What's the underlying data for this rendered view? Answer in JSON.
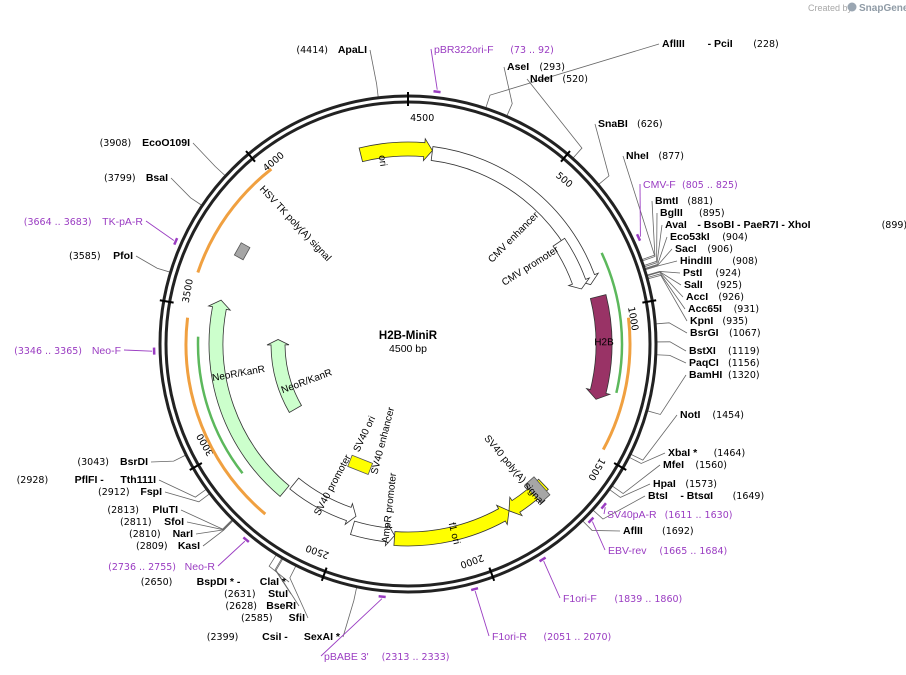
{
  "app": {
    "credit_prefix": "Created by",
    "credit_brand": "SnapGene"
  },
  "plasmid": {
    "name": "H2B-MiniR",
    "length_label": "4500 bp",
    "length": 4500
  },
  "colors": {
    "primer": "#9a3cc2",
    "promoter": "#ffffff",
    "ori": "#ffff00",
    "cds_resistance": "#ccffcc",
    "h2b": "#993366",
    "polyA": "#a6a6a6",
    "orf_orange": "#f0a040",
    "orf_green": "#5cb85c"
  },
  "ticks": [
    {
      "bp": 500,
      "label": "500"
    },
    {
      "bp": 1000,
      "label": "1000"
    },
    {
      "bp": 1500,
      "label": "1500"
    },
    {
      "bp": 2000,
      "label": "2000"
    },
    {
      "bp": 2500,
      "label": "2500"
    },
    {
      "bp": 3000,
      "label": "3000"
    },
    {
      "bp": 3500,
      "label": "3500"
    },
    {
      "bp": 4000,
      "label": "4000"
    },
    {
      "bp": 4500,
      "label": "4500"
    }
  ],
  "enzymes": [
    {
      "name": "ApaLI",
      "pos": "(4414)",
      "bp": 4414,
      "side": "left"
    },
    {
      "name": "AflIII",
      "extra": "- PciI",
      "pos": "(228)",
      "bp": 228,
      "side": "right"
    },
    {
      "name": "AseI",
      "pos": "(293)",
      "bp": 293,
      "side": "right"
    },
    {
      "name": "NdeI",
      "pos": "(520)",
      "bp": 520,
      "side": "right"
    },
    {
      "name": "SnaBI",
      "pos": "(626)",
      "bp": 626,
      "side": "right"
    },
    {
      "name": "NheI",
      "pos": "(877)",
      "bp": 877,
      "side": "right"
    },
    {
      "name": "BmtI",
      "pos": "(881)",
      "bp": 881,
      "side": "right"
    },
    {
      "name": "BglII",
      "pos": "(895)",
      "bp": 895,
      "side": "right"
    },
    {
      "name": "AvaI",
      "extra": "- BsoBI   - PaeR7I   - XhoI",
      "pos": "(899)",
      "bp": 899,
      "side": "right"
    },
    {
      "name": "Eco53kI",
      "pos": "(904)",
      "bp": 904,
      "side": "right"
    },
    {
      "name": "SacI",
      "pos": "(906)",
      "bp": 906,
      "side": "right"
    },
    {
      "name": "HindIII",
      "pos": "(908)",
      "bp": 908,
      "side": "right"
    },
    {
      "name": "PstI",
      "pos": "(924)",
      "bp": 924,
      "side": "right"
    },
    {
      "name": "SalI",
      "pos": "(925)",
      "bp": 925,
      "side": "right"
    },
    {
      "name": "AccI",
      "pos": "(926)",
      "bp": 926,
      "side": "right"
    },
    {
      "name": "Acc65I",
      "pos": "(931)",
      "bp": 931,
      "side": "right"
    },
    {
      "name": "KpnI",
      "pos": "(935)",
      "bp": 935,
      "side": "right"
    },
    {
      "name": "BsrGI",
      "pos": "(1067)",
      "bp": 1067,
      "side": "right"
    },
    {
      "name": "BstXI",
      "pos": "(1119)",
      "bp": 1119,
      "side": "right"
    },
    {
      "name": "PaqCI",
      "pos": "(1156)",
      "bp": 1156,
      "side": "right"
    },
    {
      "name": "BamHI",
      "pos": "(1320)",
      "bp": 1320,
      "side": "right"
    },
    {
      "name": "NotI",
      "pos": "(1454)",
      "bp": 1454,
      "side": "right"
    },
    {
      "name": "XbaI *",
      "pos": "(1464)",
      "bp": 1464,
      "side": "right"
    },
    {
      "name": "MfeI",
      "pos": "(1560)",
      "bp": 1560,
      "side": "right"
    },
    {
      "name": "HpaI",
      "pos": "(1573)",
      "bp": 1573,
      "side": "right"
    },
    {
      "name": "BtsI",
      "extra": "- BtsαI",
      "pos": "(1649)",
      "bp": 1649,
      "side": "right"
    },
    {
      "name": "AflII",
      "pos": "(1692)",
      "bp": 1692,
      "side": "right"
    },
    {
      "name": "SexAI *",
      "prefix": "CsiI  -",
      "pos": "(2399)",
      "bp": 2399,
      "side": "left"
    },
    {
      "name": "SfiI",
      "pos": "(2585)",
      "bp": 2585,
      "side": "left"
    },
    {
      "name": "BseRI",
      "pos": "(2628)",
      "bp": 2628,
      "side": "left"
    },
    {
      "name": "StuI",
      "pos": "(2631)",
      "bp": 2631,
      "side": "left"
    },
    {
      "name": "ClaI *",
      "prefix": "BspDI *  -",
      "pos": "(2650)",
      "bp": 2650,
      "side": "left"
    },
    {
      "name": "KasI",
      "pos": "(2809)",
      "bp": 2809,
      "side": "left"
    },
    {
      "name": "NarI",
      "pos": "(2810)",
      "bp": 2810,
      "side": "left"
    },
    {
      "name": "SfoI",
      "pos": "(2811)",
      "bp": 2811,
      "side": "left"
    },
    {
      "name": "PluTI",
      "pos": "(2813)",
      "bp": 2813,
      "side": "left"
    },
    {
      "name": "FspI",
      "pos": "(2912)",
      "bp": 2912,
      "side": "left"
    },
    {
      "name": "Tth111I",
      "prefix": "PflFI  -",
      "pos": "(2928)",
      "bp": 2928,
      "side": "left"
    },
    {
      "name": "BsrDI",
      "pos": "(3043)",
      "bp": 3043,
      "side": "left"
    },
    {
      "name": "PfoI",
      "pos": "(3585)",
      "bp": 3585,
      "side": "left"
    },
    {
      "name": "BsaI",
      "pos": "(3799)",
      "bp": 3799,
      "side": "left"
    },
    {
      "name": "EcoO109I",
      "pos": "(3908)",
      "bp": 3908,
      "side": "left"
    }
  ],
  "primers": [
    {
      "name": "pBR322ori-F",
      "pos": "(73 .. 92)",
      "bp": 82
    },
    {
      "name": "CMV-F",
      "pos": "(805 .. 825)",
      "bp": 815
    },
    {
      "name": "SV40pA-R",
      "pos": "(1611 .. 1630)",
      "bp": 1620
    },
    {
      "name": "EBV-rev",
      "pos": "(1665 .. 1684)",
      "bp": 1674
    },
    {
      "name": "F1ori-F",
      "pos": "(1839 .. 1860)",
      "bp": 1850
    },
    {
      "name": "F1ori-R",
      "pos": "(2051 .. 2070)",
      "bp": 2060
    },
    {
      "name": "pBABE 3'",
      "pos": "(2313 .. 2333)",
      "bp": 2323
    },
    {
      "name": "Neo-R",
      "pos": "(2736 .. 2755)",
      "bp": 2745
    },
    {
      "name": "Neo-F",
      "pos": "(3346 .. 3365)",
      "bp": 3355
    },
    {
      "name": "TK-pA-R",
      "pos": "(3664 .. 3683)",
      "bp": 3673
    }
  ],
  "features": {
    "ori": "ori",
    "cmv_enhancer": "CMV enhancer",
    "cmv_promoter": "CMV promoter",
    "h2b": "H2B",
    "sv40_polya": "SV40 poly(A) signal",
    "f1_ori": "f1 ori",
    "ampr_promoter": "AmpR promoter",
    "sv40_promoter": "SV40 promoter",
    "sv40_enhancer": "SV40 enhancer",
    "sv40_ori": "SV40 ori",
    "neor_inner": "NeoR/KanR",
    "neor_outer": "NeoR/KanR",
    "hsv_tk_polya": "HSV TK poly(A) signal"
  }
}
